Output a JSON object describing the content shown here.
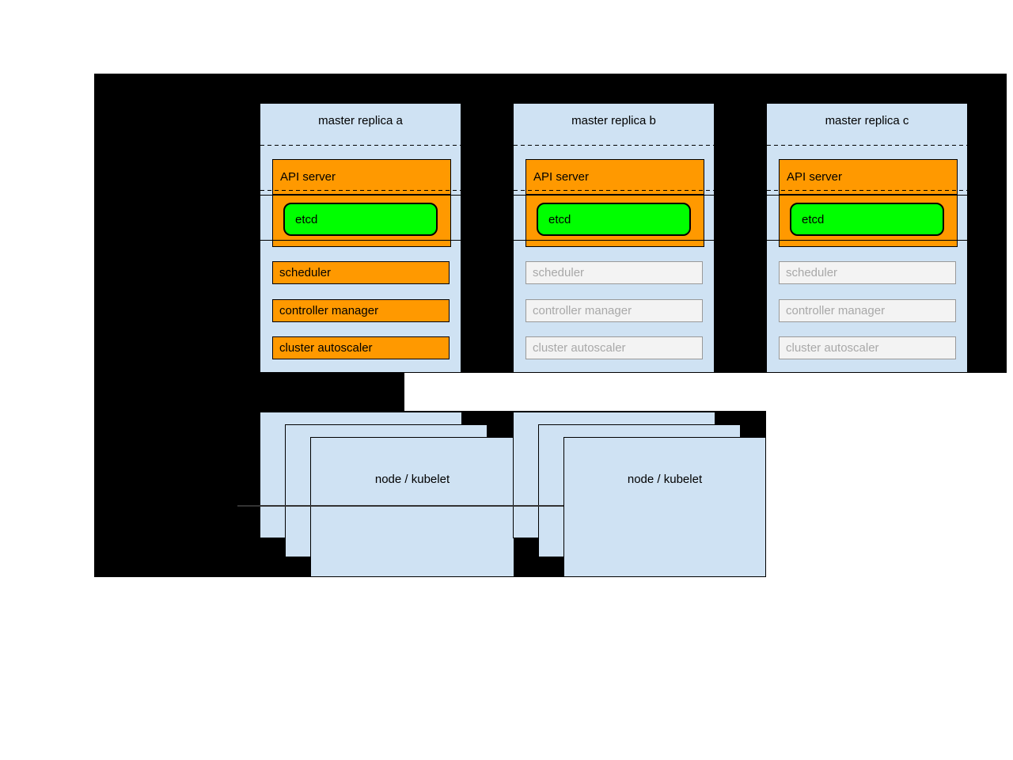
{
  "diagram": {
    "title_hint": "Kubernetes HA master replicas architecture",
    "masters": [
      {
        "title": "master replica a",
        "api_server": "API server",
        "etcd": "etcd",
        "scheduler": "scheduler",
        "controller_manager": "controller manager",
        "cluster_autoscaler": "cluster autoscaler",
        "components_state": "active"
      },
      {
        "title": "master replica b",
        "api_server": "API server",
        "etcd": "etcd",
        "scheduler": "scheduler",
        "controller_manager": "controller manager",
        "cluster_autoscaler": "cluster autoscaler",
        "components_state": "inactive"
      },
      {
        "title": "master replica c",
        "api_server": "API server",
        "etcd": "etcd",
        "scheduler": "scheduler",
        "controller_manager": "controller manager",
        "cluster_autoscaler": "cluster autoscaler",
        "components_state": "inactive"
      }
    ],
    "nodes": [
      {
        "label": "node / kubelet"
      },
      {
        "label": "node / kubelet"
      }
    ],
    "colors": {
      "background_panel": "#000000",
      "container_blue": "#cfe2f3",
      "active_orange": "#ff9900",
      "etcd_green": "#00ff00",
      "inactive_fill": "#f3f3f3",
      "inactive_text": "#a8a8a8",
      "inactive_border": "#999999"
    }
  }
}
